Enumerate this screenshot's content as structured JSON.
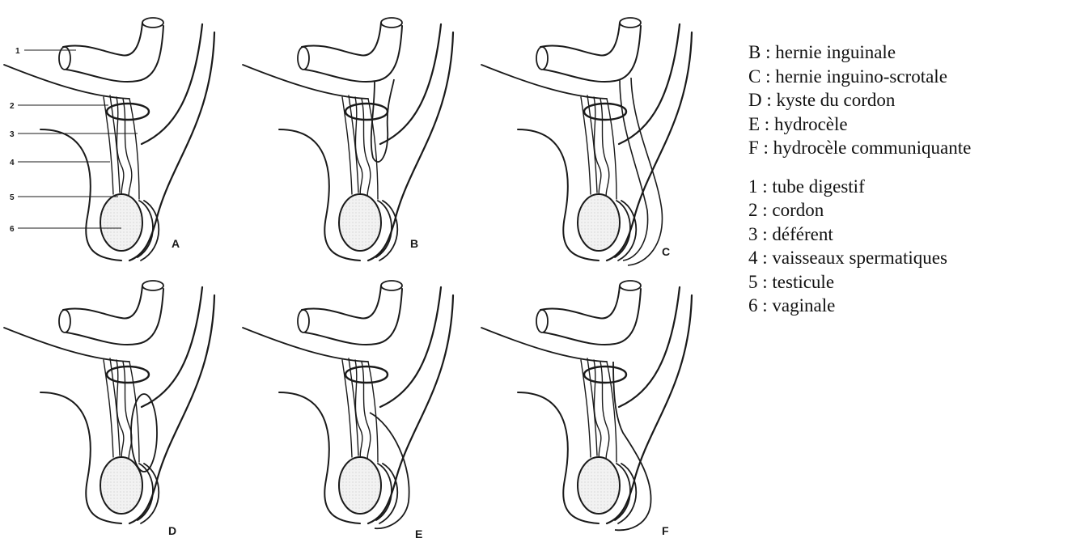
{
  "panels": [
    {
      "letter": "A"
    },
    {
      "letter": "B"
    },
    {
      "letter": "C"
    },
    {
      "letter": "D"
    },
    {
      "letter": "E"
    },
    {
      "letter": "F"
    }
  ],
  "anatomy_numbers": [
    "1",
    "2",
    "3",
    "4",
    "5",
    "6"
  ],
  "legend": {
    "conditions": [
      "B : hernie inguinale",
      "C : hernie inguino-scrotale",
      "D : kyste du cordon",
      "E : hydrocèle",
      "F : hydrocèle communiquante"
    ],
    "anatomy": [
      "1 : tube digestif",
      "2 : cordon",
      "3 : déférent",
      "4 : vaisseaux spermatiques",
      "5 : testicule",
      "6 : vaginale"
    ]
  },
  "colors": {
    "ink": "#1a1a1a",
    "testis_fill": "#ececec"
  }
}
